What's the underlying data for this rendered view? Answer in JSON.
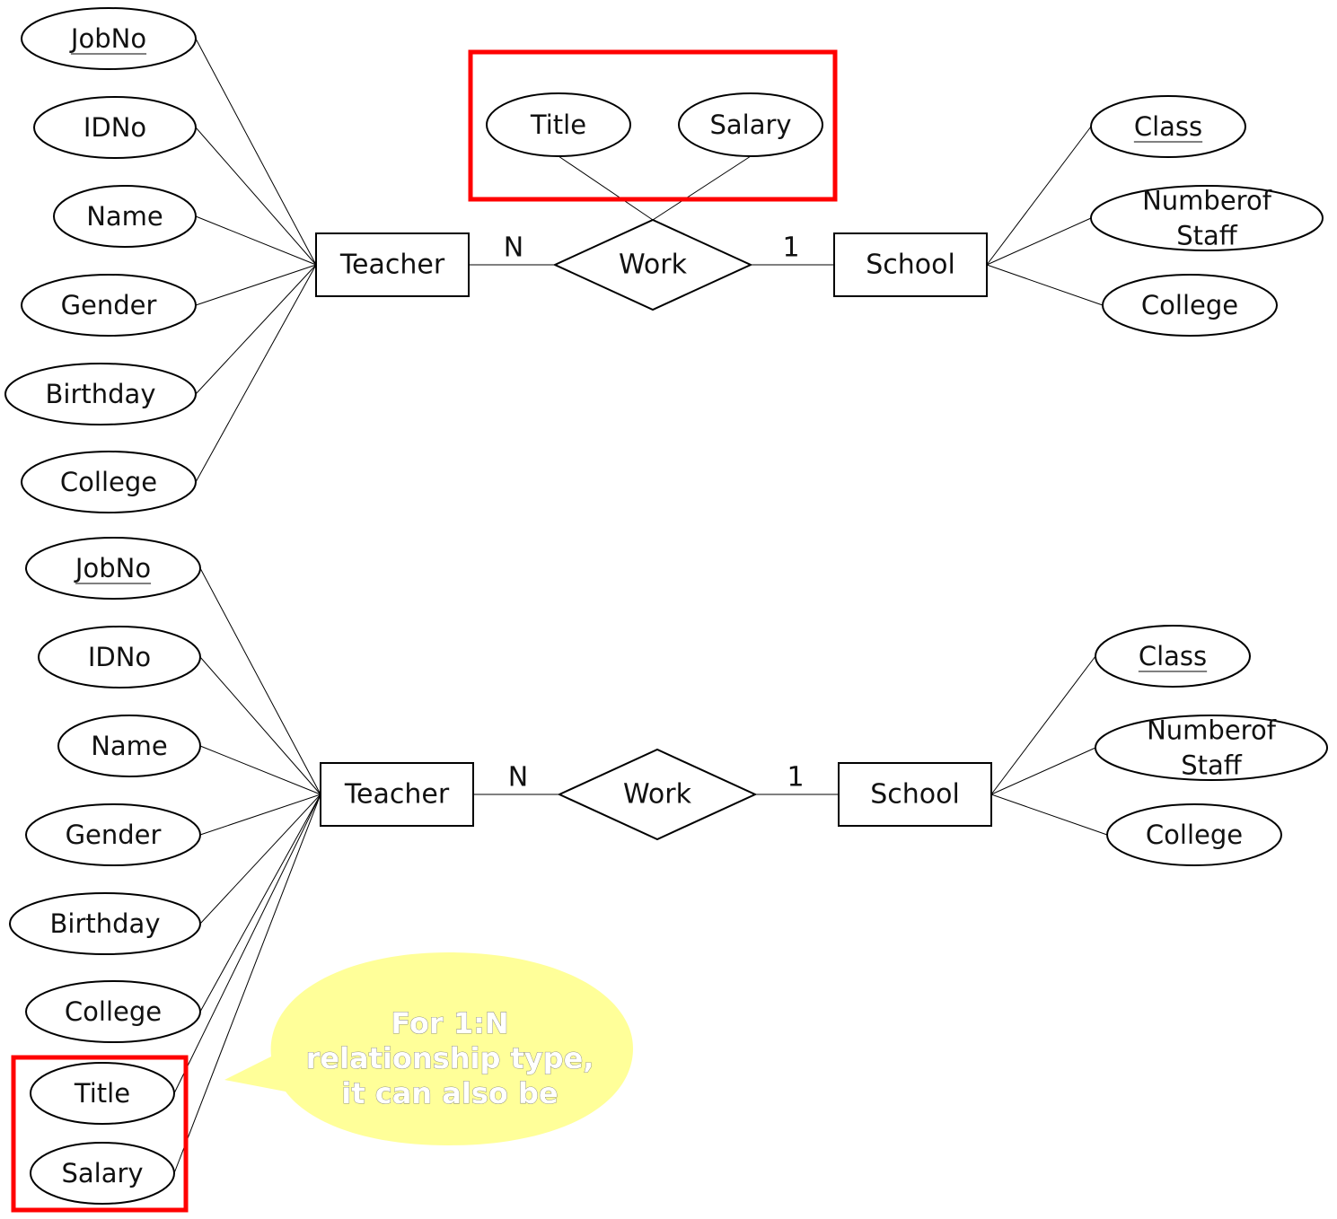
{
  "colors": {
    "highlight_box": "#ff0000",
    "callout_fill": "#ffff99",
    "callout_text": "#ffffff"
  },
  "diagram_top": {
    "teacher_attributes": [
      "JobNo",
      "IDNo",
      "Name",
      "Gender",
      "Birthday",
      "College"
    ],
    "teacher_key_attribute": "JobNo",
    "teacher": "Teacher",
    "relationship": "Work",
    "relationship_attributes": [
      "Title",
      "Salary"
    ],
    "cardinality_teacher": "N",
    "cardinality_school": "1",
    "school": "School",
    "school_attributes": [
      "Class",
      "Numberof\nStaff",
      "College"
    ],
    "school_key_attribute": "Class"
  },
  "diagram_bottom": {
    "teacher_attributes": [
      "JobNo",
      "IDNo",
      "Name",
      "Gender",
      "Birthday",
      "College",
      "Title",
      "Salary"
    ],
    "teacher_key_attribute": "JobNo",
    "teacher": "Teacher",
    "relationship": "Work",
    "cardinality_teacher": "N",
    "cardinality_school": "1",
    "school": "School",
    "school_attributes": [
      "Class",
      "Numberof\nStaff",
      "College"
    ],
    "school_key_attribute": "Class"
  },
  "callout": {
    "lines": [
      "For 1:N",
      "relationship type,",
      "it can also be"
    ]
  }
}
